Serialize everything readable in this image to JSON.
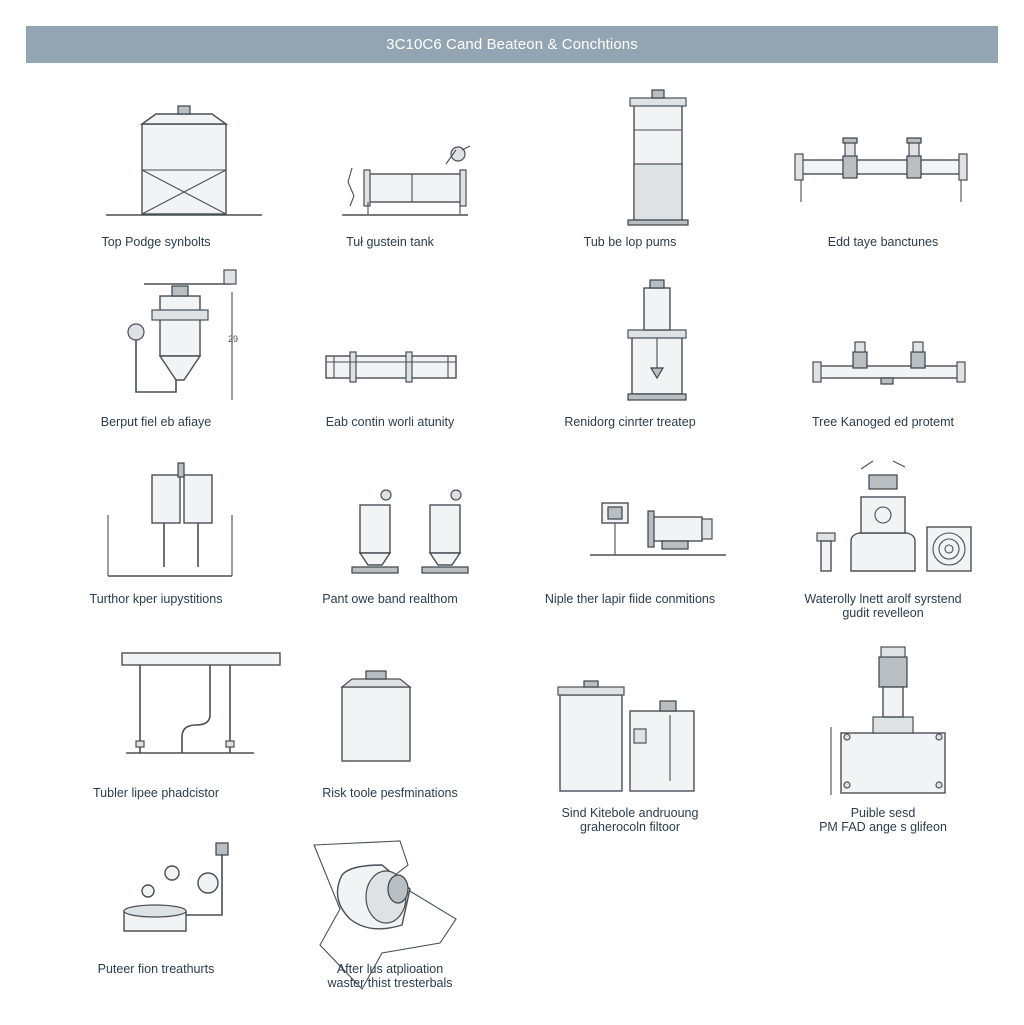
{
  "header": {
    "title": "3C10C6 Cand Beateon & Conchtions"
  },
  "items": [
    "Top Podge synbolts",
    "Tuł gustein tank",
    "Tub be lop pums",
    "Edd taye banctunes",
    "Berput fiel eb afiaye",
    "Eab contin worli atunity",
    "Renidorg cinrter treatep",
    "Tree Kanoged ed protemt",
    "Turthor kper iupystitions",
    "Pant owe band realthom",
    "Niple ther lapir fiide conmitions",
    "Waterolly lnett arolf syrstend\ngudit revelleon",
    "Tubler lipee phadcistor",
    "Risk toole pesfminations",
    "Sind Kitebole andruoung\ngraherocoln filtoor",
    "Puible sesd\nPM FAD ange s glifeon",
    "Puteer fion treathurts",
    "After lus atplioation\nwaster thist tresterbals"
  ],
  "annotations": {
    "height_mark": "29"
  }
}
